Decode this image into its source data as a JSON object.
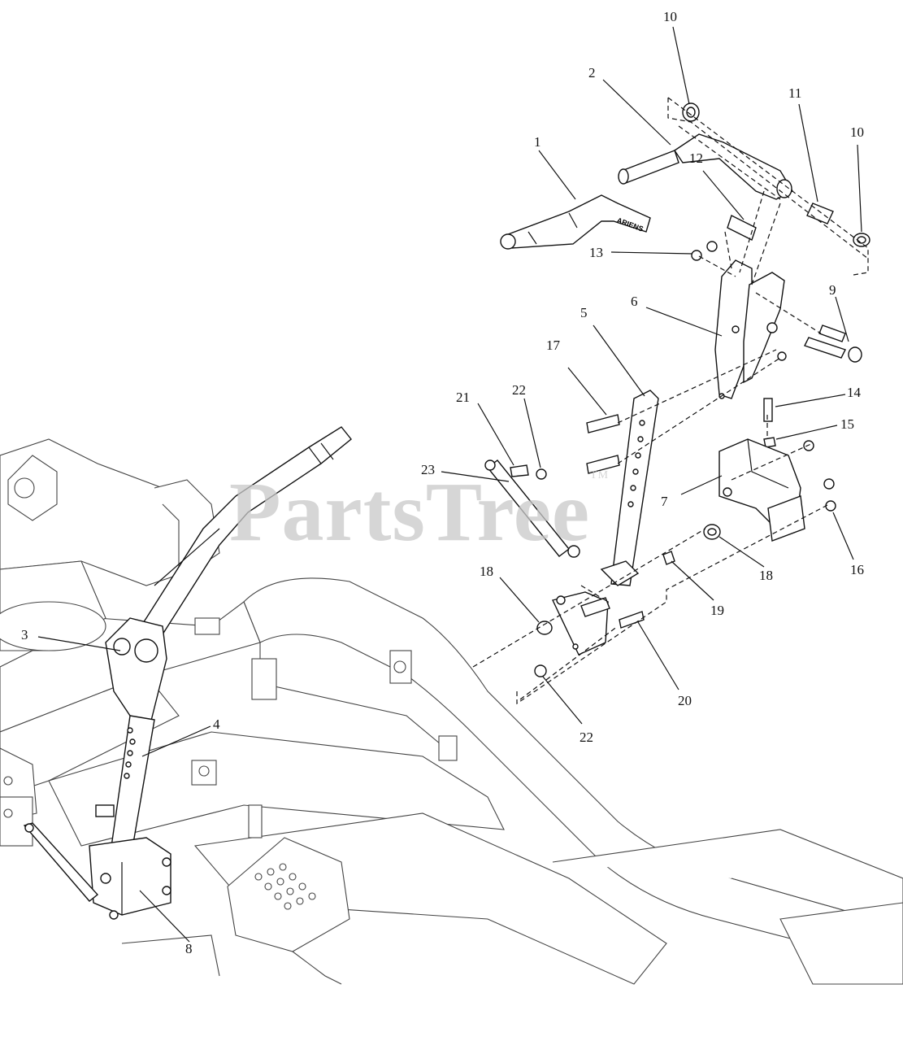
{
  "watermark": {
    "text": "PartsTree",
    "tm": "TM"
  },
  "callouts": [
    {
      "key": "c1",
      "label": "1"
    },
    {
      "key": "c2",
      "label": "2"
    },
    {
      "key": "c3",
      "label": "3"
    },
    {
      "key": "c4",
      "label": "4"
    },
    {
      "key": "c5",
      "label": "5"
    },
    {
      "key": "c6",
      "label": "6"
    },
    {
      "key": "c7",
      "label": "7"
    },
    {
      "key": "c8",
      "label": "8"
    },
    {
      "key": "c9",
      "label": "9"
    },
    {
      "key": "c10a",
      "label": "10"
    },
    {
      "key": "c10b",
      "label": "10"
    },
    {
      "key": "c11",
      "label": "11"
    },
    {
      "key": "c12",
      "label": "12"
    },
    {
      "key": "c13",
      "label": "13"
    },
    {
      "key": "c14",
      "label": "14"
    },
    {
      "key": "c15",
      "label": "15"
    },
    {
      "key": "c16",
      "label": "16"
    },
    {
      "key": "c17",
      "label": "17"
    },
    {
      "key": "c18a",
      "label": "18"
    },
    {
      "key": "c18b",
      "label": "18"
    },
    {
      "key": "c19",
      "label": "19"
    },
    {
      "key": "c20",
      "label": "20"
    },
    {
      "key": "c21",
      "label": "21"
    },
    {
      "key": "c22a",
      "label": "22"
    },
    {
      "key": "c22b",
      "label": "22"
    },
    {
      "key": "c23",
      "label": "23"
    }
  ],
  "grip_brand": "ARIENS",
  "colors": {
    "line": "#111111",
    "watermark": "#c9c9c9",
    "background": "#ffffff"
  }
}
